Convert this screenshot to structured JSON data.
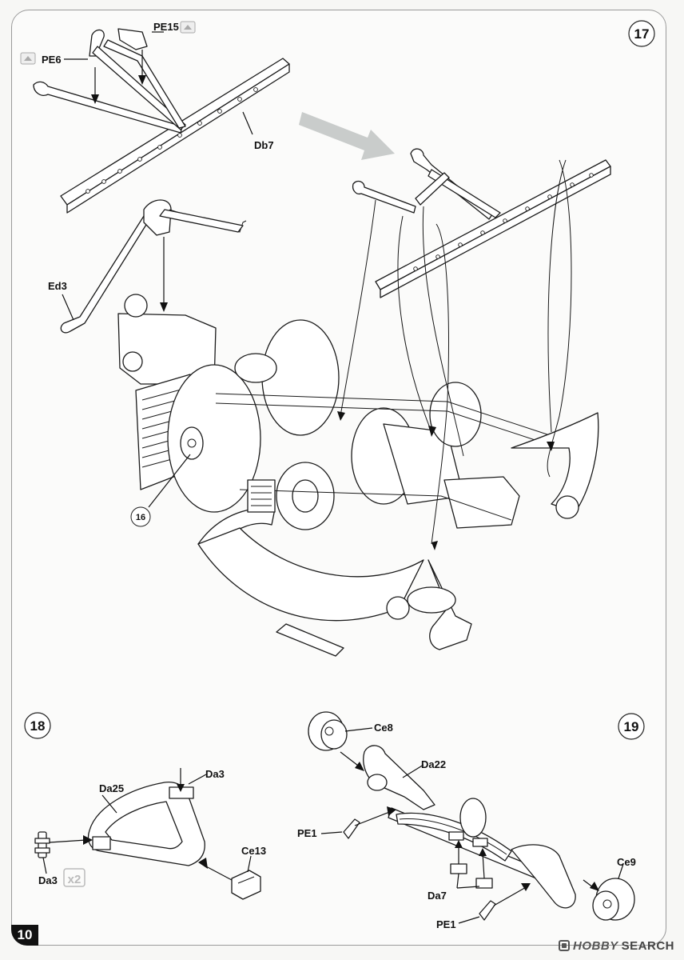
{
  "page": {
    "number": "10"
  },
  "watermark": {
    "brand": "HOBBY",
    "suffix": "SEARCH",
    "mark_glyph": ""
  },
  "steps": [
    {
      "number": "17"
    },
    {
      "number": "18"
    },
    {
      "number": "19"
    }
  ],
  "labels": {
    "pe15": "PE15",
    "pe6": "PE6",
    "db7": "Db7",
    "ed3": "Ed3",
    "ref16": "16",
    "da25": "Da25",
    "da3_top": "Da3",
    "da3_side": "Da3",
    "ce13": "Ce13",
    "ce8": "Ce8",
    "da22": "Da22",
    "pe1_top": "PE1",
    "pe1_bottom": "PE1",
    "da7": "Da7",
    "ce9": "Ce9",
    "qty_x2": "x2"
  },
  "colors": {
    "ink": "#1a1a1a",
    "guide_arrow": "#c9cccb",
    "paper": "#fbfbfa"
  }
}
